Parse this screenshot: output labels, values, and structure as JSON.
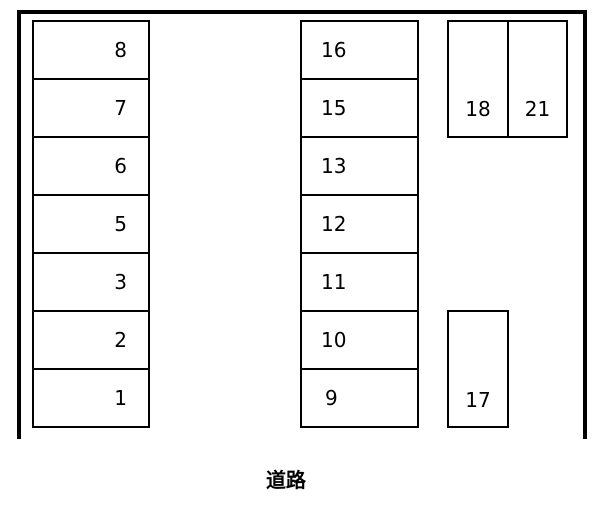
{
  "map": {
    "road_label": "道路",
    "left_column": [
      "8",
      "7",
      "6",
      "5",
      "3",
      "2",
      "1"
    ],
    "middle_column": [
      "16",
      "15",
      "13",
      "12",
      "11",
      "10",
      "9"
    ],
    "right_top": [
      "18",
      "21"
    ],
    "right_bottom": "17"
  }
}
